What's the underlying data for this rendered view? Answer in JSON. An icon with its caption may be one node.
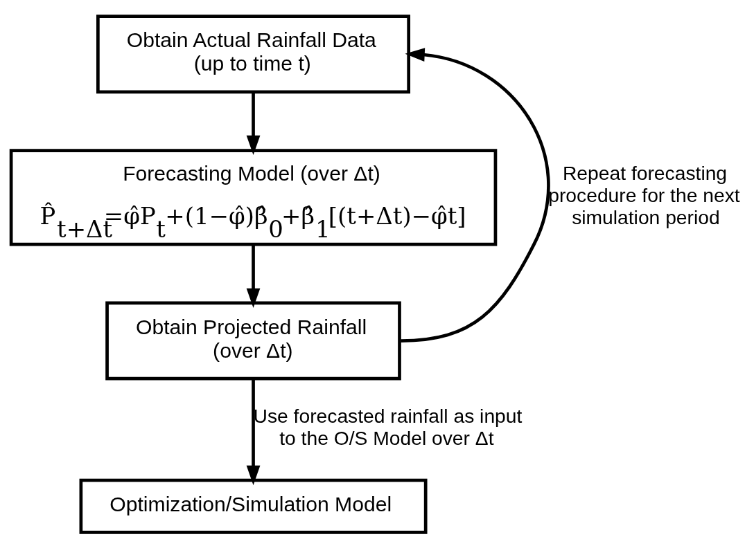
{
  "diagram": {
    "nodes": [
      {
        "text": [
          "Obtain Actual Rainfall Data (up to time t)"
        ]
      },
      {
        "text": [
          "Forecasting Model (over Δt)",
          "P̂$_{t+Δt}$=φ̂P$_{t}$+(1−φ̂)β̂$_{0}$+β̂$_{1}$[(t+Δt)−φ̂t]"
        ]
      },
      {
        "text": [
          "Obtain Projected Rainfall (over Δt)"
        ]
      },
      {
        "text": [
          "Optimization/Simulation Model"
        ]
      }
    ],
    "edges": [
      {
        "from": 0,
        "to": 1,
        "arrow": "to"
      },
      {
        "from": 1,
        "to": 2,
        "arrow": "to"
      },
      {
        "from": 2,
        "to": 3,
        "arrow": "to",
        "label": "Use forecasted rainfall as input to the O/S Model over Δt"
      },
      {
        "from": 2,
        "to": 0,
        "arrow": "to",
        "label": "Repeat forecasting procedure for the next simulation period"
      }
    ]
  }
}
